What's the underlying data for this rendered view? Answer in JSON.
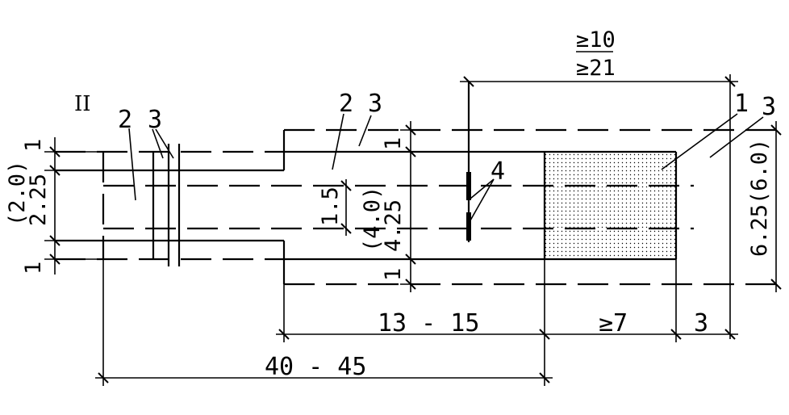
{
  "section_label": "II",
  "labels": {
    "left_2": "2",
    "left_3": "3",
    "mid_2": "2",
    "mid_3": "3",
    "right_1": "1",
    "right_3": "3",
    "bars_4": "4"
  },
  "dimensions": {
    "left_top": "1",
    "left_bottom": "1",
    "left_height": "2.25",
    "left_height_alt": "(2.0)",
    "mid_top": "1",
    "mid_bottom": "1",
    "mid_inner": "1.5",
    "mid_height": "4.25",
    "mid_height_alt": "(4.0)",
    "right_height": "6.25(6.0)",
    "top_width_1": "≥10",
    "top_width_2": "≥21",
    "len_mid": "13 - 15",
    "len_right": "≥7",
    "len_end": "3",
    "len_total": "40 - 45"
  }
}
